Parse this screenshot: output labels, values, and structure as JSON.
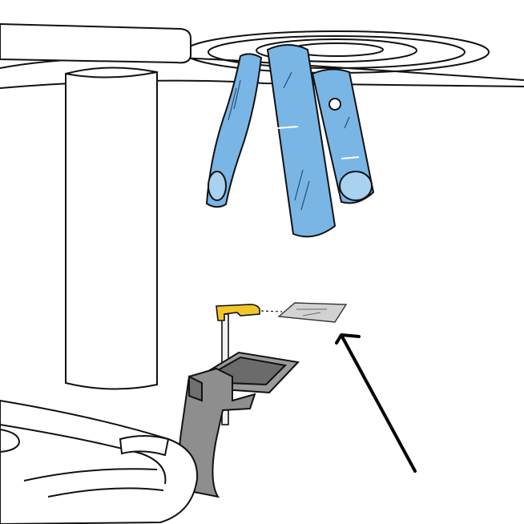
{
  "diagram": {
    "parts": [
      "machine-column",
      "rotating-head",
      "sensor-covers",
      "bite-block-holder",
      "bite-block",
      "disposable-sleeve",
      "chin-support",
      "handle-bar",
      "pointer-arrow"
    ],
    "colors": {
      "line": "#111111",
      "cover_blue": "#79b6e6",
      "cover_blue_light": "#a9d1f0",
      "holder_yellow": "#f2c52a",
      "chin_gray": "#8e8e8e",
      "chin_dark": "#5f5f5f",
      "sleeve_gray": "#d2d2d2"
    }
  }
}
